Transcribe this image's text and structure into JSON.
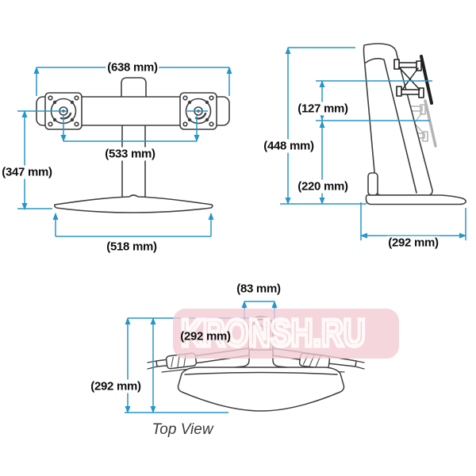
{
  "watermark": {
    "text": "KRONSH.RU"
  },
  "colors": {
    "dimension_line": "#2596c8",
    "outline": "#3f3f3f",
    "ghost_outline": "#b4b4b4",
    "watermark_band": "#f2ccd3",
    "watermark_text": "#ffffff",
    "label_text": "#0e0e0e"
  },
  "front_view": {
    "dims": {
      "outer_width": "(638 mm)",
      "mount_spacing": "(533 mm)",
      "height": "(347 mm)",
      "base_width": "(518 mm)"
    }
  },
  "side_view": {
    "dims": {
      "top_offset": "(127 mm)",
      "height": "(448 mm)",
      "lower_offset": "(220 mm)",
      "base_depth": "(292 mm)"
    }
  },
  "top_view": {
    "caption": "Top View",
    "dims": {
      "pole_width": "(83 mm)",
      "reach": "(292 mm)",
      "depth": "(292 mm)"
    }
  }
}
